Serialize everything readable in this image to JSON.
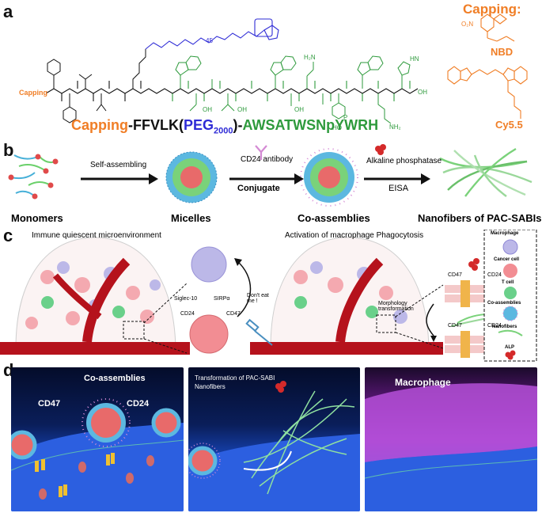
{
  "panel_labels": {
    "a": "a",
    "b": "b",
    "c": "c",
    "d": "d"
  },
  "panel_a": {
    "capping_left": "Capping",
    "sequence": {
      "cap": "Capping",
      "sep1": "-",
      "ffvlk": "FFVLK",
      "lpar": "(",
      "peg": "PEG",
      "peg_sub": "2000",
      "rpar": ")",
      "sep2": "-",
      "tail": "AWSATWSNpYWRH"
    },
    "peg_repeat": "45",
    "capping_title": "Capping:",
    "nbd_group_label": "NBD",
    "nbd_no2": "O₂N",
    "cy55": "Cy5.5",
    "atoms": {
      "H2N": "H₂N",
      "OH": "OH",
      "NH": "NH",
      "O": "O",
      "P": "P",
      "HO": "HO",
      "N": "N",
      "H": "H",
      "NH2": "NH₂",
      "HN": "HN"
    }
  },
  "panel_b": {
    "self_assembling": "Self-assembling",
    "cd24_antibody": "CD24 antibody",
    "conjugate": "Conjugate",
    "alkaline_phosphatase": "Alkaline phosphatase",
    "eisa": "EISA",
    "monomers": "Monomers",
    "micelles": "Micelles",
    "coassemblies": "Co-assemblies",
    "nanofibers": "Nanofibers of PAC-SABIs"
  },
  "panel_c": {
    "left_title": "Immune quiescent microenvironment",
    "right_title": "Activation of macrophage Phagocytosis",
    "siglec10": "Siglec-10",
    "sirpa": "SIRPα",
    "cd24": "CD24",
    "cd47": "CD47",
    "dont_eat": "Don't eat me !",
    "morphology": "Morphology transformation",
    "cd47_r": "CD47",
    "cd24_r": "CD24",
    "cd47_r2": "CD47",
    "cd24_r2": "CD24",
    "legend": {
      "macrophage": "Macrophage",
      "cancer_cell": "Cancer cell",
      "t_cell": "T cell",
      "coassemblies": "Co-assemblies",
      "nanofibers": "Nanofibers",
      "alp": "ALP"
    }
  },
  "panel_d": {
    "coassemblies": "Co-assemblies",
    "cd47": "CD47",
    "cd24": "CD24",
    "transformation": "Transformation of PAC-SABI Nanofibers",
    "macrophage": "Macrophage"
  },
  "colors": {
    "orange": "#f07e26",
    "blue": "#2e2bd6",
    "green": "#2e9a3c",
    "dark_red": "#a8121c",
    "navy_bg": "#081a4a"
  }
}
